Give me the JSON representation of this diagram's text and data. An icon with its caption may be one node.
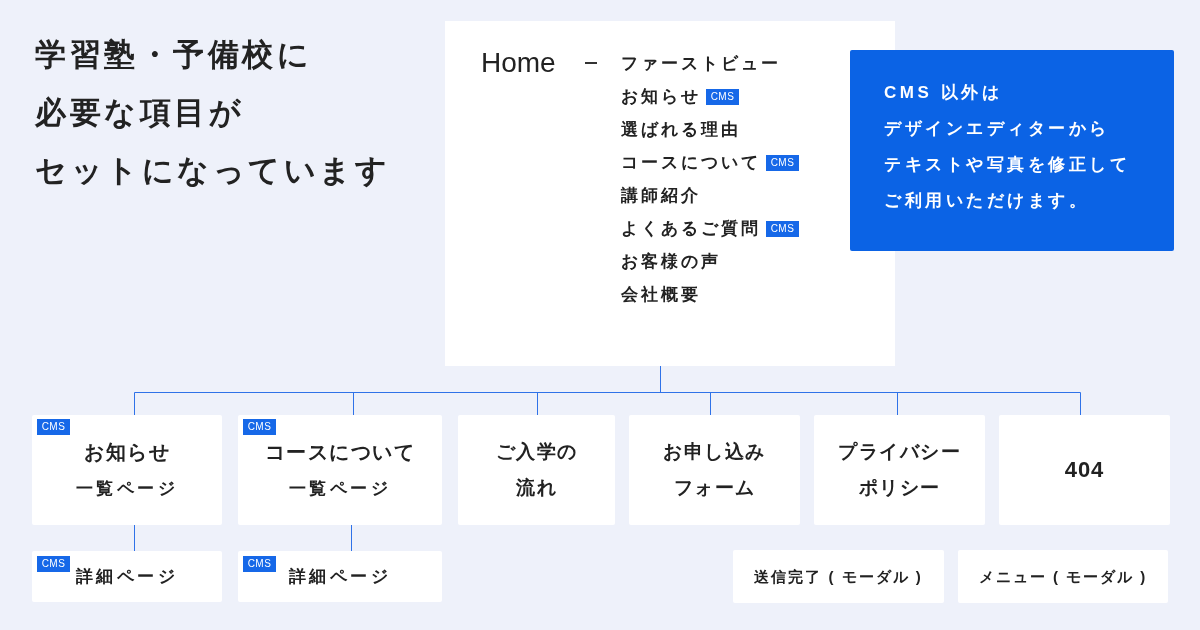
{
  "diagram": {
    "title": "学習塾・予備校に必要な項目がセットになっています",
    "nodes": [
      {
        "text": [
          "Home",
          "ファーストビュー",
          "お知らせ",
          "選ばれる理由",
          "コースについて",
          "講師紹介",
          "よくあるご質問",
          "お客様の声",
          "会社概要"
        ]
      },
      {
        "text": [
          "CMS"
        ],
        "in": 0
      },
      {
        "text": [
          "CMS"
        ],
        "in": 0
      },
      {
        "text": [
          "CMS"
        ],
        "in": 0
      },
      {
        "text": [
          "CMS 以外はデザインエディターからテキストや写真を修正してご利用いただけます。"
        ]
      },
      {
        "text": [
          "お知らせ",
          "一覧ページ"
        ]
      },
      {
        "text": [
          "CMS"
        ],
        "in": 5
      },
      {
        "text": [
          "コースについて",
          "一覧ページ"
        ]
      },
      {
        "text": [
          "CMS"
        ],
        "in": 7
      },
      {
        "text": [
          "ご入学の流れ"
        ]
      },
      {
        "text": [
          "お申し込みフォーム"
        ]
      },
      {
        "text": [
          "プライバシーポリシー"
        ]
      },
      {
        "text": [
          "404"
        ]
      },
      {
        "text": [
          "詳細ページ"
        ]
      },
      {
        "text": [
          "CMS"
        ],
        "in": 13
      },
      {
        "text": [
          "詳細ページ"
        ]
      },
      {
        "text": [
          "CMS"
        ],
        "in": 15
      },
      {
        "text": [
          "送信完了 ( モーダル )"
        ]
      },
      {
        "text": [
          "メニュー ( モーダル )"
        ]
      }
    ],
    "edges": [
      {
        "from": 0,
        "to": 5,
        "arrow": "none"
      },
      {
        "from": 0,
        "to": 7,
        "arrow": "none"
      },
      {
        "from": 0,
        "to": 9,
        "arrow": "none"
      },
      {
        "from": 0,
        "to": 10,
        "arrow": "none"
      },
      {
        "from": 0,
        "to": 11,
        "arrow": "none"
      },
      {
        "from": 0,
        "to": 12,
        "arrow": "none"
      },
      {
        "from": 5,
        "to": 13,
        "arrow": "none"
      },
      {
        "from": 7,
        "to": 15,
        "arrow": "none"
      }
    ]
  }
}
